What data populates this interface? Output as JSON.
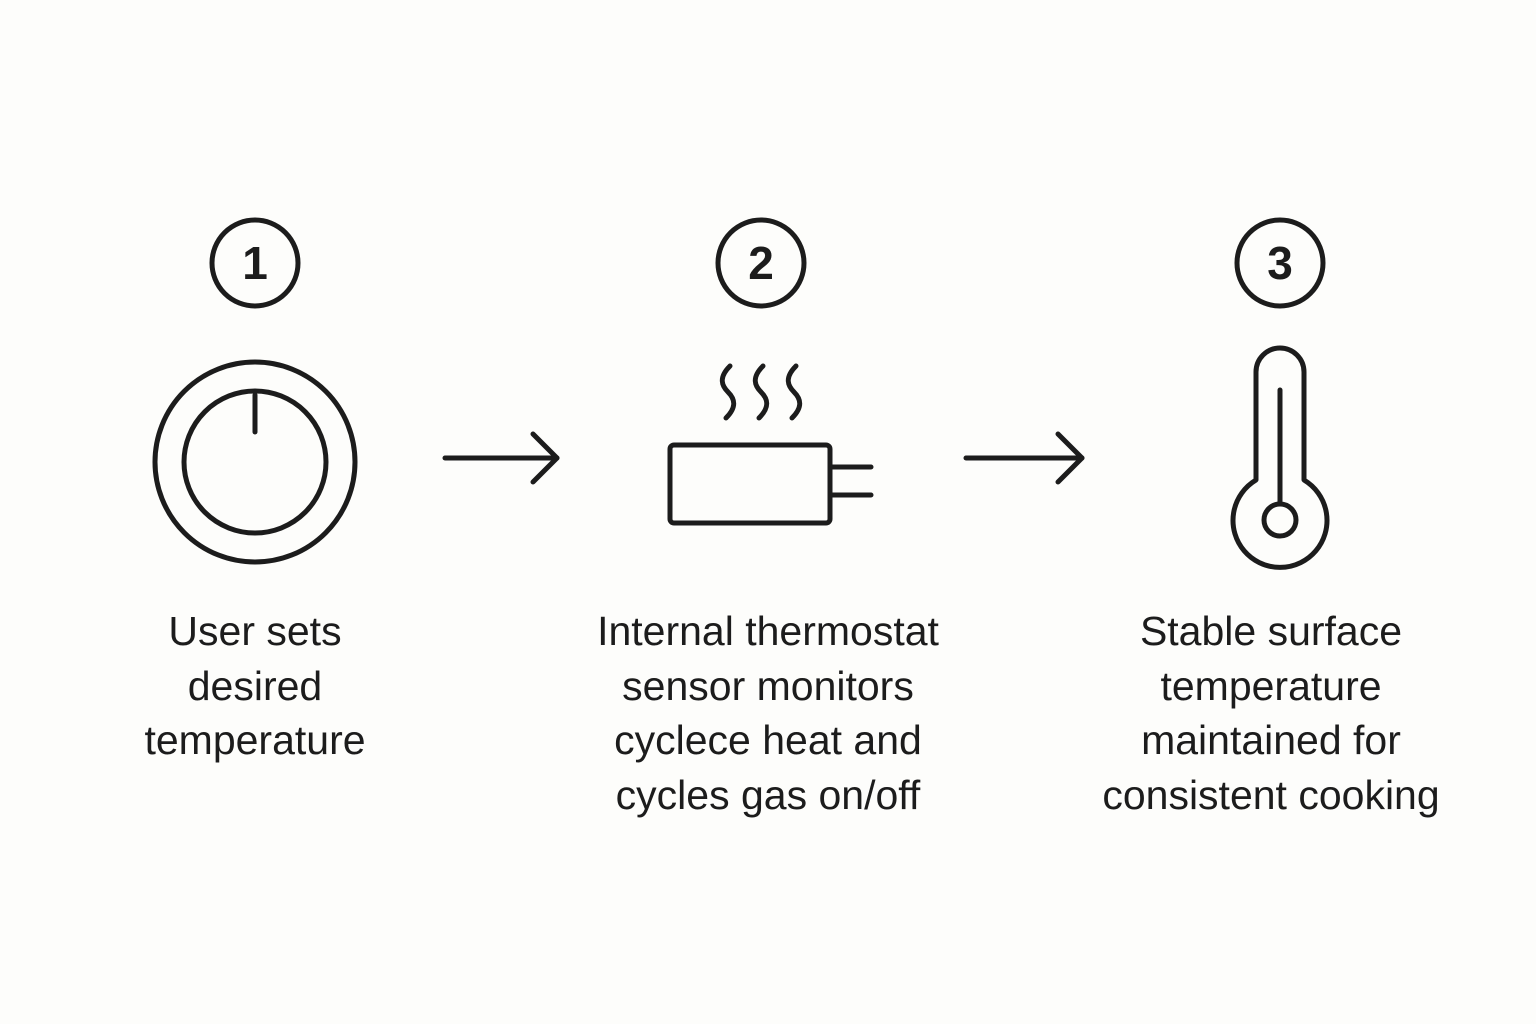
{
  "steps": [
    {
      "number": "1",
      "icon": "dial-knob-icon",
      "caption_lines": [
        "User sets",
        "desired",
        "temperature"
      ]
    },
    {
      "number": "2",
      "icon": "heating-element-icon",
      "caption_lines": [
        "Internal thermostat",
        "sensor monitors",
        "cyclece heat and",
        "cycles gas on/off"
      ]
    },
    {
      "number": "3",
      "icon": "thermometer-icon",
      "caption_lines": [
        "Stable surface",
        "temperature",
        "maintained for",
        "consistent cooking"
      ]
    }
  ],
  "colors": {
    "background": "#fdfdfb",
    "stroke": "#1c1c1c"
  }
}
